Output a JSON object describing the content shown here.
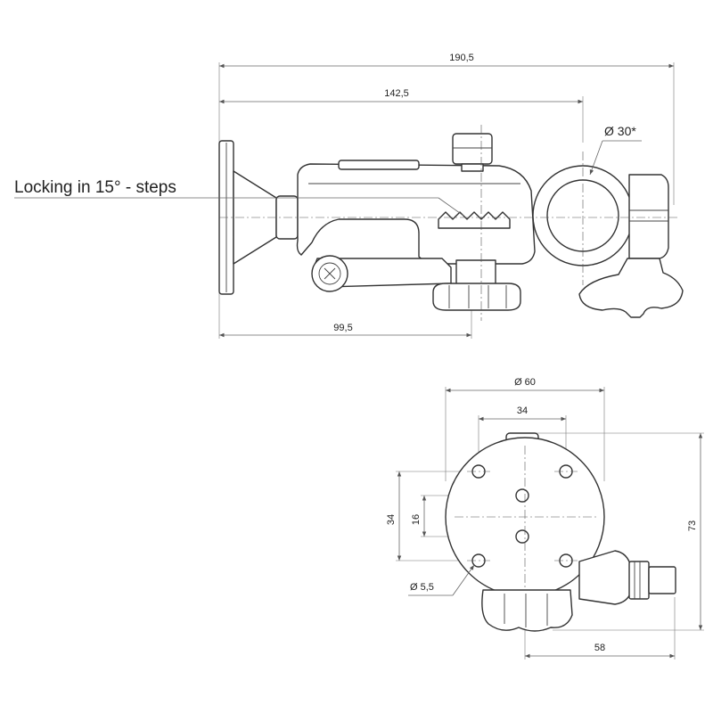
{
  "side_view": {
    "dim_total_length": "190,5",
    "dim_to_tube_center": "142,5",
    "dim_tube_diameter": "Ø 30*",
    "dim_base_to_knob": "99,5",
    "callout_locking": "Locking in 15° - steps"
  },
  "top_view": {
    "dim_plate_diameter": "Ø 60",
    "dim_hole_spacing_x": "34",
    "dim_hole_spacing_y": "34",
    "dim_center_holes": "16",
    "dim_hole_diameter": "Ø 5,5",
    "dim_height": "73",
    "dim_width": "58"
  },
  "colors": {
    "line": "#333333",
    "dimension": "#666666",
    "background": "#ffffff"
  }
}
